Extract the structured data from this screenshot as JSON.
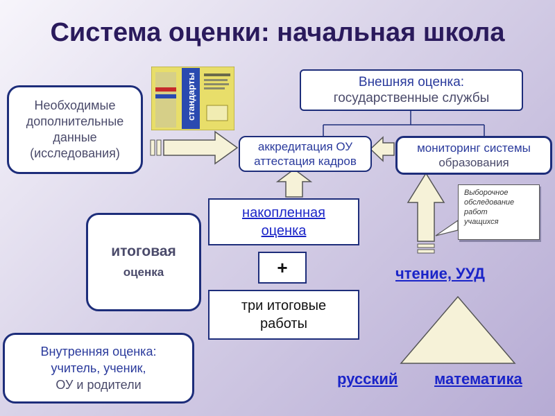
{
  "title": "Система оценки: начальная школа",
  "external": {
    "line1": "Внешняя оценка:",
    "line2": "государственные службы"
  },
  "needed": {
    "line1": "Необходимые",
    "line2": "дополнительные",
    "line3": "данные",
    "line4": "(исследования)"
  },
  "accreditation": {
    "line1": "аккредитация ОУ",
    "line2": "аттестация кадров"
  },
  "monitoring": {
    "line1": "мониторинг системы",
    "line2": "образования"
  },
  "note": {
    "line1": "Выборочное",
    "line2": "обследование",
    "line3": "работ",
    "line4": "учащихся"
  },
  "accumulated": {
    "line1": "накопленная",
    "line2": "оценка"
  },
  "plus": "+",
  "final_works": {
    "line1": "три итоговые",
    "line2": "работы"
  },
  "final_assessment": {
    "line1": "итоговая",
    "line2": "оценка"
  },
  "internal": {
    "line1": "Внутренняя оценка:",
    "line2": "учитель, ученик,",
    "line3": "ОУ и родители"
  },
  "reading": "чтение, УУД",
  "russian": "русский",
  "math": "математика",
  "book": {
    "spine_text": "стандарты"
  },
  "colors": {
    "border": "#1d2d7a",
    "link": "#1a24c8",
    "title": "#2a1a5c",
    "arrow_fill": "#f6f2d8"
  }
}
